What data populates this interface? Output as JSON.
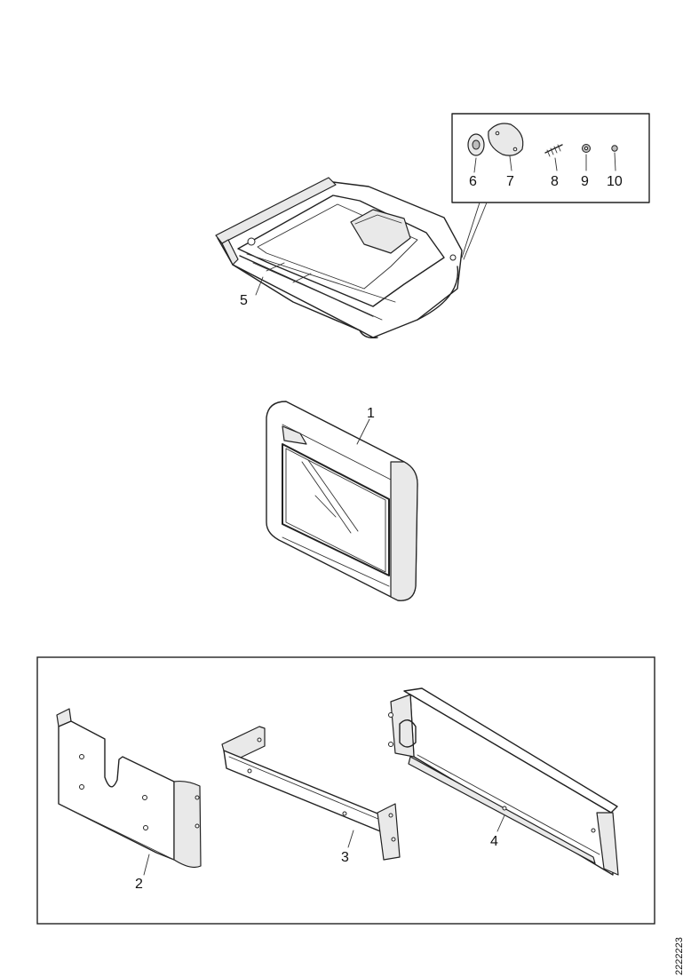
{
  "callouts": {
    "c1": "1",
    "c2": "2",
    "c3": "3",
    "c4": "4",
    "c5": "5",
    "c6": "6",
    "c7": "7",
    "c8": "8",
    "c9": "9",
    "c10": "10"
  },
  "reference_number": "2222223"
}
